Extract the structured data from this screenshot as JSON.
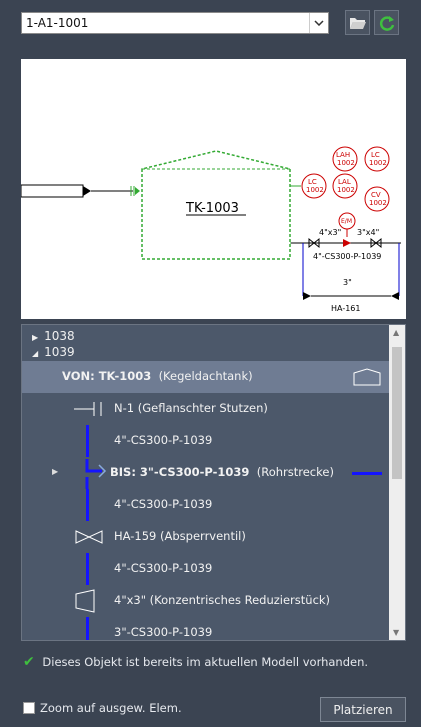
{
  "combo": {
    "value": "1-A1-1001"
  },
  "icons": {
    "open": "folder-open-icon",
    "refresh": "refresh-icon"
  },
  "diagram": {
    "tank": "TK-1003",
    "instruments": [
      "LAH 1002",
      "LC 1002",
      "LC 1002",
      "LAL 1002",
      "CV 1002"
    ],
    "labels": {
      "em": "E/M",
      "red1": "4\"x3\"",
      "red2": "3\"x4\"",
      "pipe": "4\"-CS300-P-1039",
      "dim": "3\"",
      "valve": "HA-161"
    }
  },
  "tree": {
    "nodes": [
      "1038",
      "1039"
    ],
    "rows": [
      {
        "bold": "VON: TK-1003",
        "rest": "(Kegeldachtank)"
      },
      {
        "bold": "",
        "rest": "N-1  (Geflanschter Stutzen)"
      },
      {
        "bold": "",
        "rest": "4\"-CS300-P-1039"
      },
      {
        "bold": "BIS: 3\"-CS300-P-1039",
        "rest": "(Rohrstrecke)"
      },
      {
        "bold": "",
        "rest": "4\"-CS300-P-1039"
      },
      {
        "bold": "",
        "rest": "HA-159  (Absperrventil)"
      },
      {
        "bold": "",
        "rest": "4\"-CS300-P-1039"
      },
      {
        "bold": "",
        "rest": "4\"x3\"  (Konzentrisches Reduzierstück)"
      },
      {
        "bold": "",
        "rest": "3\"-CS300-P-1039"
      }
    ]
  },
  "status": "Dieses Objekt ist bereits im aktuellen Modell vorhanden.",
  "zoom_label": "Zoom auf ausgew. Elem.",
  "place_button": "Platzieren",
  "colors": {
    "accent": "#1414ff",
    "bg": "#3b4452",
    "selected": "#6f7c93",
    "check": "#3fbf3f"
  }
}
